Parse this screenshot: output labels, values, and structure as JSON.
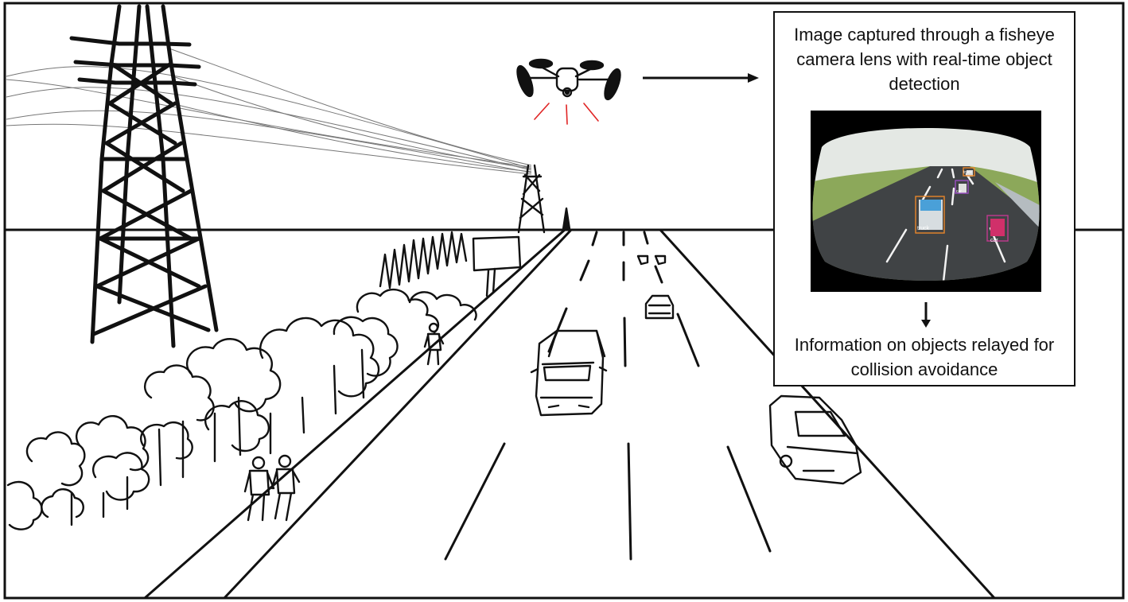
{
  "info_panel": {
    "caption_top": "Image captured through a fisheye camera lens with real-time object detection",
    "caption_bottom": "Information on objects relayed for collision avoidance",
    "detections": [
      {
        "label": "truck",
        "color": "#e8862a"
      },
      {
        "label": "car",
        "color": "#c0398f"
      },
      {
        "label": "car",
        "color": "#9b4fc4"
      },
      {
        "label": "truck",
        "color": "#e8862a"
      }
    ]
  },
  "colors": {
    "line": "#111111",
    "drone_signal": "#e02424",
    "frame": "#000000"
  }
}
